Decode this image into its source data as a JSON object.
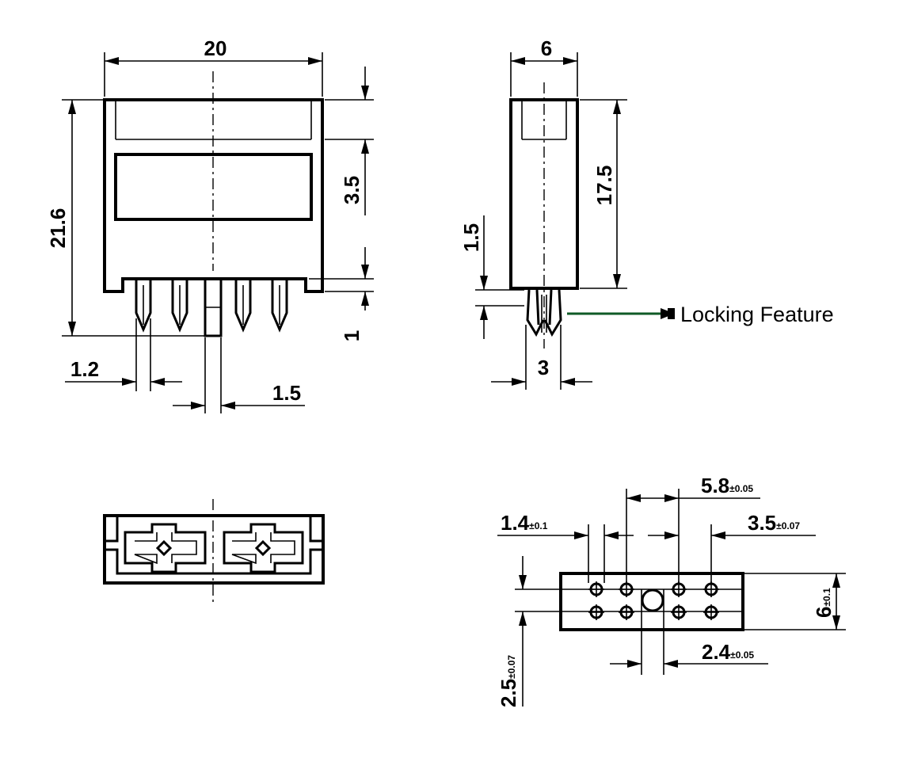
{
  "front_view": {
    "width": "20",
    "height": "21.6",
    "window_offset": "3.5",
    "pin_protrusion": "1",
    "pin_width": "1.2",
    "pin_pitch": "1.5"
  },
  "side_view": {
    "depth": "6",
    "body_height": "17.5",
    "foot_height": "1.5",
    "latch_width": "3",
    "callout": "Locking Feature"
  },
  "bottom_view": {},
  "footprint_view": {
    "row_pitch_main": "5.8",
    "row_pitch_main_tol": "±0.05",
    "hole_dia": "1.4",
    "hole_dia_tol": "±0.1",
    "hole_pitch": "3.5",
    "hole_pitch_tol": "±0.07",
    "width": "6",
    "width_tol": "±0.1",
    "peg_offset": "2.4",
    "peg_offset_tol": "±0.05",
    "row_spacing": "2.5",
    "row_spacing_tol": "±0.07"
  },
  "colors": {
    "line": "#000000",
    "leader": "#0f5a26"
  }
}
